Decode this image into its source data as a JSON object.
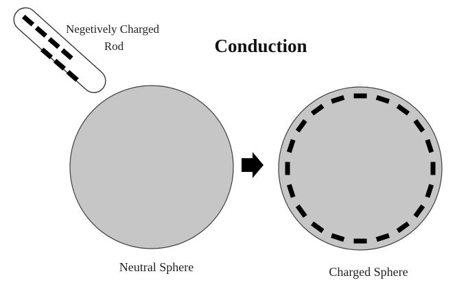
{
  "title": "Conduction",
  "rod": {
    "label_line1": "Negetively Charged",
    "label_line2": "Rod"
  },
  "neutral_sphere": {
    "label": "Neutral Sphere"
  },
  "charged_sphere": {
    "label": "Charged Sphere"
  },
  "colors": {
    "sphere_fill": "#c6c6c6",
    "sphere_stroke": "#3c3c3c",
    "charge": "#000000",
    "rod_outline": "#333333",
    "arrow": "#000000"
  }
}
